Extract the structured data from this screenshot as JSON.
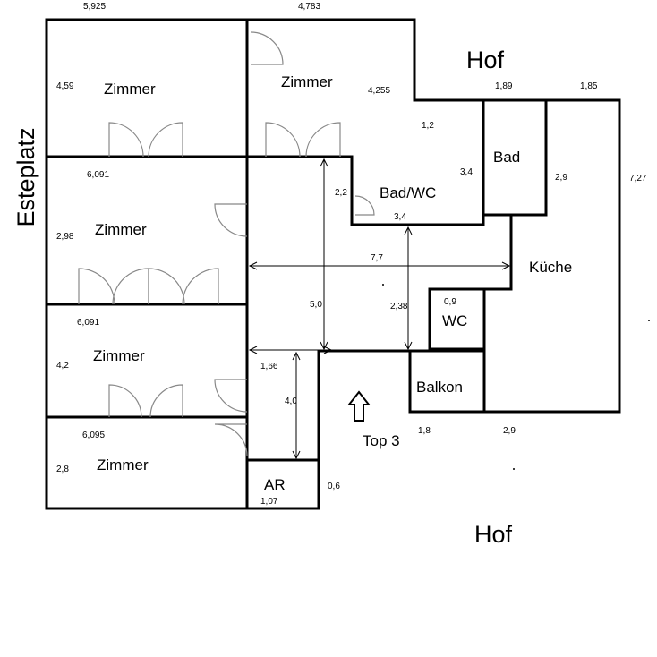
{
  "surroundings": {
    "street": "Esteplatz",
    "yard_top": "Hof",
    "yard_bottom": "Hof",
    "entrance": "Top 3"
  },
  "rooms": {
    "zimmer_1": "Zimmer",
    "zimmer_2": "Zimmer",
    "zimmer_3": "Zimmer",
    "zimmer_4": "Zimmer",
    "zimmer_5": "Zimmer",
    "bad_wc": "Bad/WC",
    "bad": "Bad",
    "kueche": "Küche",
    "wc": "WC",
    "balkon": "Balkon",
    "ar": "AR"
  },
  "dimensions": {
    "d_5925": "5,925",
    "d_4783": "4,783",
    "d_459": "4,59",
    "d_4255": "4,255",
    "d_189": "1,89",
    "d_185": "1,85",
    "d_12": "1,2",
    "d_34a": "3,4",
    "d_29a": "2,9",
    "d_727": "7,27",
    "d_6091a": "6,091",
    "d_22": "2,2",
    "d_34b": "3,4",
    "d_298": "2,98",
    "d_77": "7,7",
    "d_50": "5,0",
    "d_238": "2,38",
    "d_09": "0,9",
    "d_6091b": "6,091",
    "d_42": "4,2",
    "d_166": "1,66",
    "d_40": "4,0",
    "d_6095": "6,095",
    "d_28": "2,8",
    "d_18": "1,8",
    "d_29b": "2,9",
    "d_06": "0,6",
    "d_107": "1,07"
  }
}
